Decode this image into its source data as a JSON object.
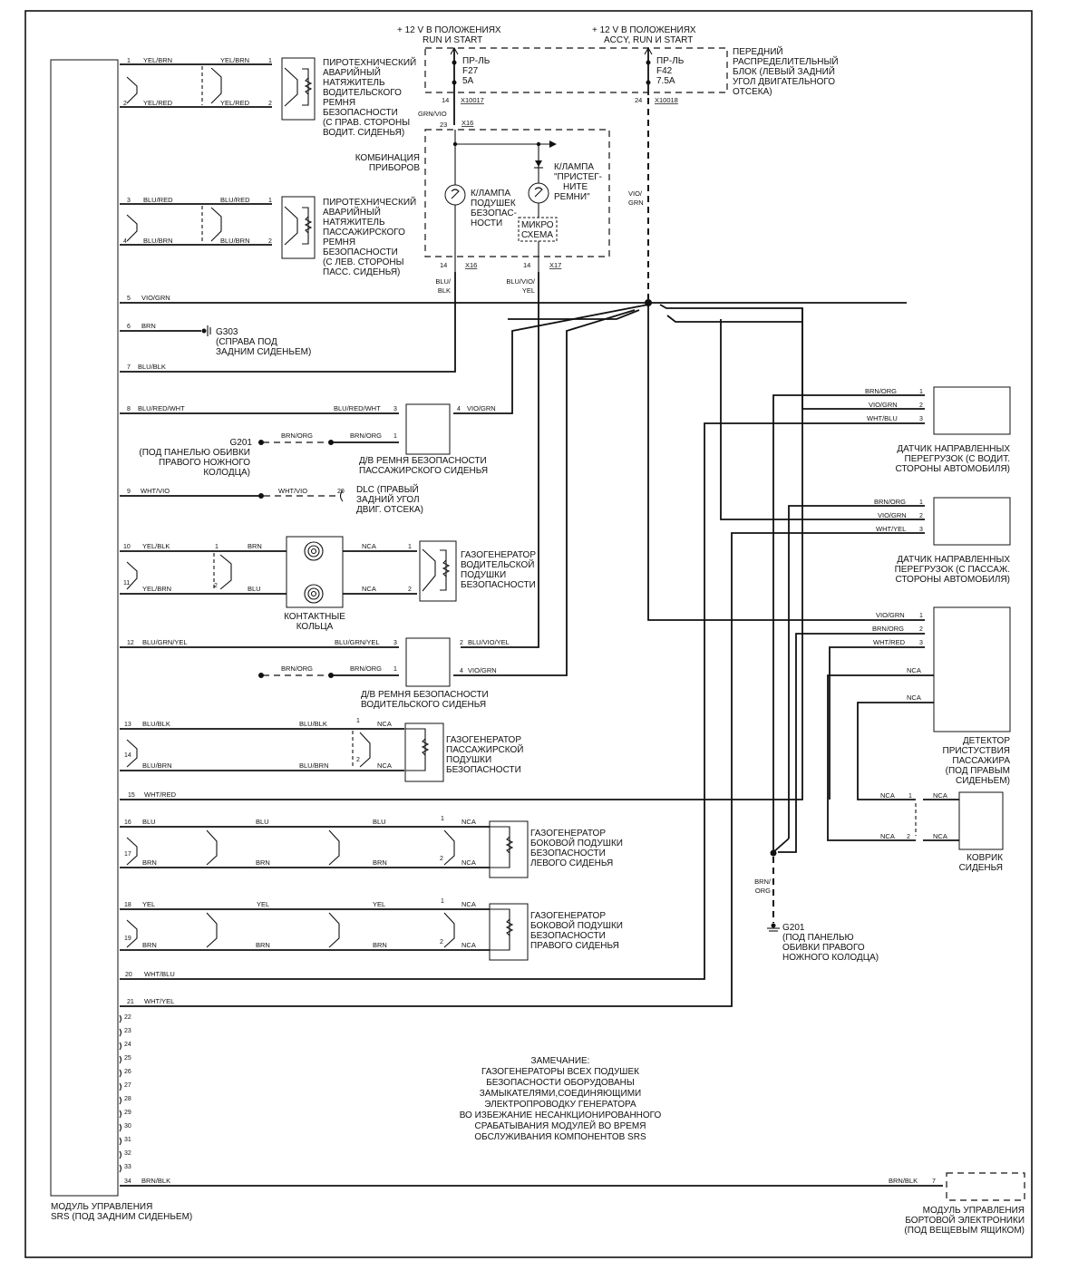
{
  "power": {
    "left": {
      "line1": "+  12 V  В ПОЛОЖЕНИЯХ",
      "line2": "RUN И START",
      "fuse": [
        "ПР-ЛЬ",
        "F27",
        "5A"
      ],
      "pin": "14",
      "conn": "X10017"
    },
    "right": {
      "line1": "+  12 V  В ПОЛОЖЕНИЯХ",
      "line2": "ACCY, RUN И START",
      "fuse": [
        "ПР-ЛЬ",
        "F42",
        "7.5A"
      ],
      "pin": "24",
      "conn": "X10018"
    },
    "block_label": [
      "ПЕРЕДНИЙ",
      "РАСПРЕДЕЛИТЕЛЬНЫЙ",
      "БЛОК (ЛЕВЫЙ ЗАДНИЙ",
      "УГОЛ ДВИГАТЕЛЬНОГО",
      "ОТСЕКА)"
    ],
    "wire_left": "GRN/VIO",
    "wire_right": [
      "VIO/",
      "GRN"
    ]
  },
  "cluster": {
    "label": [
      "КОМБИНАЦИЯ",
      "ПРИБОРОВ"
    ],
    "in_pin": "23",
    "in_conn": "X16",
    "lamp1": [
      "К/ЛАМПА",
      "ПОДУШЕК",
      "БЕЗОПАС-",
      "НОСТИ"
    ],
    "lamp2": [
      "К/ЛАМПА",
      "\"ПРИСТЕГ-",
      "НИТЕ",
      "РЕМНИ\""
    ],
    "chip": [
      "МИКРО",
      "СХЕМА"
    ],
    "out1_pin": "14",
    "out1_conn": "X16",
    "out1_wire": [
      "BLU/",
      "BLK"
    ],
    "out2_pin": "14",
    "out2_conn": "X17",
    "out2_wire": [
      "BLU/VIO/",
      "YEL"
    ]
  },
  "srs_module": {
    "label": [
      "МОДУЛЬ УПРАВЛЕНИЯ",
      "SRS (ПОД ЗАДНИМ СИДЕНЬЕМ)"
    ]
  },
  "pretensioner_driver": {
    "wires": [
      {
        "pin": "1",
        "color": "YEL/BRN",
        "far_pin": "1",
        "far_color": "YEL/BRN"
      },
      {
        "pin": "2",
        "color": "YEL/RED",
        "far_pin": "2",
        "far_color": "YEL/RED"
      }
    ],
    "label": [
      "ПИРОТЕХНИЧЕСКИЙ",
      "АВАРИЙНЫЙ",
      "НАТЯЖИТЕЛЬ",
      "ВОДИТЕЛЬСКОГО",
      "РЕМНЯ",
      "БЕЗОПАСНОСТИ",
      "(С ПРАВ. СТОРОНЫ",
      "ВОДИТ. СИДЕНЬЯ)"
    ]
  },
  "pretensioner_passenger": {
    "wires": [
      {
        "pin": "3",
        "color": "BLU/RED",
        "far_pin": "1",
        "far_color": "BLU/RED"
      },
      {
        "pin": "4",
        "color": "BLU/BRN",
        "far_pin": "2",
        "far_color": "BLU/BRN"
      }
    ],
    "label": [
      "ПИРОТЕХНИЧЕСКИЙ",
      "АВАРИЙНЫЙ",
      "НАТЯЖИТЕЛЬ",
      "ПАССАЖИРСКОГО",
      "РЕМНЯ",
      "БЕЗОПАСНОСТИ",
      "(С ЛЕВ. СТОРОНЫ",
      "ПАСС. СИДЕНЬЯ)"
    ]
  },
  "pin5": {
    "pin": "5",
    "color": "VIO/GRN"
  },
  "pin6": {
    "pin": "6",
    "color": "BRN",
    "ground": "G303",
    "ground_label": [
      "(СПРАВА ПОД",
      "ЗАДНИМ СИДЕНЬЕМ)"
    ]
  },
  "pin7": {
    "pin": "7",
    "color": "BLU/BLK"
  },
  "buckle_passenger": {
    "pin8": "8",
    "color8": "BLU/RED/WHT",
    "far3": "BLU/RED/WHT",
    "p3": "3",
    "p4": "4",
    "color4": "VIO/GRN",
    "gnd_color": "BRN/ORG",
    "gnd_color2": "BRN/ORG",
    "p1": "1",
    "ground": "G201",
    "ground_label": [
      "(ПОД ПАНЕЛЬЮ ОБИВКИ",
      "ПРАВОГО НОЖНОГО",
      "КОЛОДЦА)"
    ],
    "label": [
      "Д/В РЕМНЯ БЕЗОПАСНОСТИ",
      "ПАССАЖИРСКОГО СИДЕНЬЯ"
    ]
  },
  "dlc": {
    "pin": "9",
    "color": "WHT/VIO",
    "color2": "WHT/VIO",
    "far_pin": "20",
    "label": [
      "DLC (ПРАВЫЙ",
      "ЗАДНИЙ УГОЛ",
      "ДВИГ. ОТСЕКА)"
    ]
  },
  "driver_airbag": {
    "wires": [
      {
        "pin": "10",
        "color": "YEL/BLK",
        "mid_pin": "1",
        "mid_color": "BRN",
        "far_color": "NCA",
        "far_pin": "1"
      },
      {
        "pin": "11",
        "color": "YEL/BRN",
        "mid_pin": "2",
        "mid_color": "BLU",
        "far_color": "NCA",
        "far_pin": "2"
      }
    ],
    "clockspring": [
      "КОНТАКТНЫЕ",
      "КОЛЬЦА"
    ],
    "label": [
      "ГАЗОГЕНЕРАТОР",
      "ВОДИТЕЛЬСКОЙ",
      "ПОДУШКИ",
      "БЕЗОПАСНОСТИ"
    ]
  },
  "buckle_driver": {
    "pin12": "12",
    "color12": "BLU/GRN/YEL",
    "far3": "BLU/GRN/YEL",
    "p3": "3",
    "p2": "2",
    "color2": "BLU/VIO/YEL",
    "p1": "1",
    "gnd_color": "BRN/ORG",
    "gnd_color2": "BRN/ORG",
    "p4": "4",
    "color4": "VIO/GRN",
    "label": [
      "Д/В РЕМНЯ БЕЗОПАСНОСТИ",
      "ВОДИТЕЛЬСКОГО СИДЕНЬЯ"
    ]
  },
  "passenger_airbag": {
    "wires": [
      {
        "pin": "13",
        "color": "BLU/BLK",
        "far_color": "BLU/BLK",
        "cpin": "1",
        "nca": "NCA"
      },
      {
        "pin": "14",
        "color": "BLU/BRN",
        "far_color": "BLU/BRN",
        "cpin": "2",
        "nca": "NCA"
      }
    ],
    "label": [
      "ГАЗОГЕНЕРАТОР",
      "ПАССАЖИРСКОЙ",
      "ПОДУШКИ",
      "БЕЗОПАСНОСТИ"
    ]
  },
  "pin15": {
    "pin": "15",
    "color": "WHT/RED"
  },
  "side_left": {
    "wires": [
      {
        "pin": "16",
        "color": "BLU",
        "cpin": "1",
        "nca": "NCA"
      },
      {
        "pin": "17",
        "color": "BRN",
        "cpin": "2",
        "nca": "NCA"
      }
    ],
    "label": [
      "ГАЗОГЕНЕРАТОР",
      "БОКОВОЙ ПОДУШКИ",
      "БЕЗОПАСНОСТИ",
      "ЛЕВОГО СИДЕНЬЯ"
    ]
  },
  "side_right": {
    "wires": [
      {
        "pin": "18",
        "color": "YEL",
        "cpin": "1",
        "nca": "NCA"
      },
      {
        "pin": "19",
        "color": "BRN",
        "cpin": "2",
        "nca": "NCA"
      }
    ],
    "label": [
      "ГАЗОГЕНЕРАТОР",
      "БОКОВОЙ ПОДУШКИ",
      "БЕЗОПАСНОСТИ",
      "ПРАВОГО СИДЕНЬЯ"
    ]
  },
  "pin20": {
    "pin": "20",
    "color": "WHT/BLU"
  },
  "pin21": {
    "pin": "21",
    "color": "WHT/YEL"
  },
  "unused_pins": [
    "22",
    "23",
    "24",
    "25",
    "26",
    "27",
    "28",
    "29",
    "30",
    "31",
    "32",
    "33"
  ],
  "pin34": {
    "pin": "34",
    "color": "BRN/BLK",
    "far_color": "BRN/BLK",
    "far_pin": "7"
  },
  "note": [
    "ЗАМЕЧАНИЕ:",
    "ГАЗОГЕНЕРАТОРЫ ВСЕХ ПОДУШЕК",
    "БЕЗОПАСНОСТИ ОБОРУДОВАНЫ",
    "ЗАМЫКАТЕЛЯМИ,СОЕДИНЯЮЩИМИ",
    "ЭЛЕКТРОПРОВОДКУ ГЕНЕРАТОРА",
    "ВО ИЗБЕЖАНИЕ НЕСАНКЦИОНИРОВАННОГО",
    "СРАБАТЫВАНИЯ МОДУЛЕЙ ВО ВРЕМЯ",
    "ОБСЛУЖИВАНИЯ КОМПОНЕНТОВ SRS"
  ],
  "sensor_driver": {
    "pins": [
      {
        "color": "BRN/ORG",
        "pin": "1"
      },
      {
        "color": "VIO/GRN",
        "pin": "2"
      },
      {
        "color": "WHT/BLU",
        "pin": "3"
      }
    ],
    "label": [
      "ДАТЧИК НАПРАВЛЕННЫХ",
      "ПЕРЕГРУЗОК (С ВОДИТ.",
      "СТОРОНЫ АВТОМОБИЛЯ)"
    ]
  },
  "sensor_passenger": {
    "pins": [
      {
        "color": "BRN/ORG",
        "pin": "1"
      },
      {
        "color": "VIO/GRN",
        "pin": "2"
      },
      {
        "color": "WHT/YEL",
        "pin": "3"
      }
    ],
    "label": [
      "ДАТЧИК НАПРАВЛЕННЫХ",
      "ПЕРЕГРУЗОК (С ПАССАЖ.",
      "СТОРОНЫ АВТОМОБИЛЯ)"
    ]
  },
  "occupant_detector": {
    "pins": [
      {
        "color": "VIO/GRN",
        "pin": "1"
      },
      {
        "color": "BRN/ORG",
        "pin": "2"
      },
      {
        "color": "WHT/RED",
        "pin": "3"
      }
    ],
    "nca": [
      "NCA",
      "NCA"
    ],
    "label": [
      "ДЕТЕКТОР",
      "ПРИСТУСТВИЯ",
      "ПАССАЖИРА",
      "(ПОД ПРАВЫМ",
      "СИДЕНЬЕМ)"
    ]
  },
  "seat_mat": {
    "pins": [
      {
        "left": "NCA",
        "pin": "1",
        "right": "NCA"
      },
      {
        "left": "NCA",
        "pin": "2",
        "right": "NCA"
      }
    ],
    "label": [
      "КОВРИК",
      "СИДЕНЬЯ"
    ]
  },
  "ground_g201": {
    "wire": [
      "BRN/",
      "ORG"
    ],
    "name": "G201",
    "label": [
      "(ПОД ПАНЕЛЬЮ",
      "ОБИВКИ ПРАВОГО",
      "НОЖНОГО КОЛОДЦА)"
    ]
  },
  "bcm": {
    "label": [
      "МОДУЛЬ УПРАВЛЕНИЯ",
      "БОРТОВОЙ ЭЛЕКТРОНИКИ",
      "(ПОД ВЕЩЕВЫМ ЯЩИКОМ)"
    ]
  }
}
